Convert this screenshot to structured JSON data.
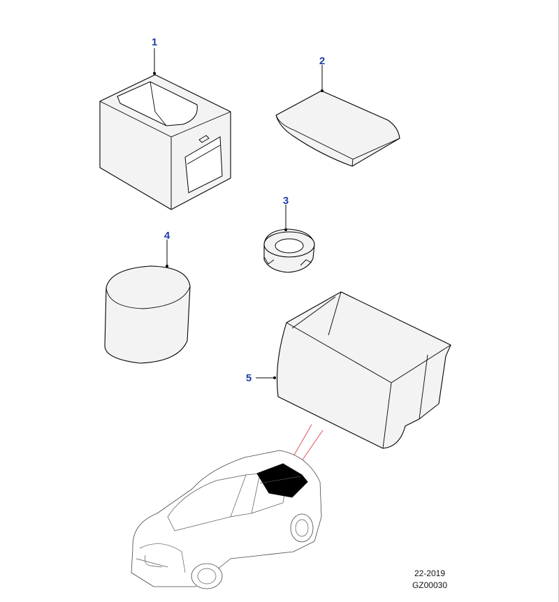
{
  "callouts": [
    {
      "id": "1",
      "label": "1"
    },
    {
      "id": "2",
      "label": "2"
    },
    {
      "id": "3",
      "label": "3"
    },
    {
      "id": "4",
      "label": "4"
    },
    {
      "id": "5",
      "label": "5"
    }
  ],
  "footer": {
    "date": "22-2019",
    "code": "GZ00030"
  },
  "colors": {
    "callout": "#1f3fa8",
    "leader": "#000000",
    "highlight": "#000000",
    "location_lines": "#e0505a"
  }
}
